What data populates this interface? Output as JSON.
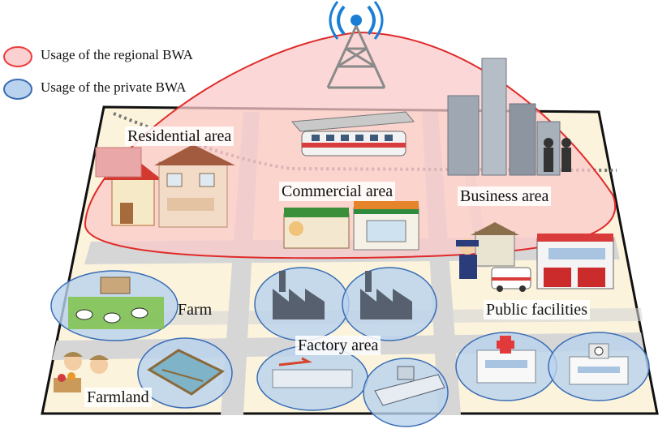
{
  "legend": {
    "regional": {
      "text": "Usage of the regional BWA",
      "color": "#ee3b3b",
      "fill": "#fbd0d0"
    },
    "private": {
      "text": "Usage of the private BWA",
      "color": "#3a6db5",
      "fill": "#b9d2ee"
    }
  },
  "areas": {
    "residential": "Residential  area",
    "commercial": "Commercial  area",
    "business": "Business  area",
    "farm": "Farm",
    "public": "Public facilities",
    "factory": "Factory area",
    "farmland": "Farmland"
  },
  "icons": [
    "radio-tower-icon",
    "train-station-icon",
    "house-icon",
    "shop-icon",
    "skyscraper-icon",
    "police-icon",
    "ambulance-icon",
    "fire-station-icon",
    "factory-icon",
    "cow-icon",
    "farmer-icon",
    "rice-field-icon",
    "airport-icon",
    "ship-icon",
    "hospital-icon",
    "school-icon"
  ]
}
